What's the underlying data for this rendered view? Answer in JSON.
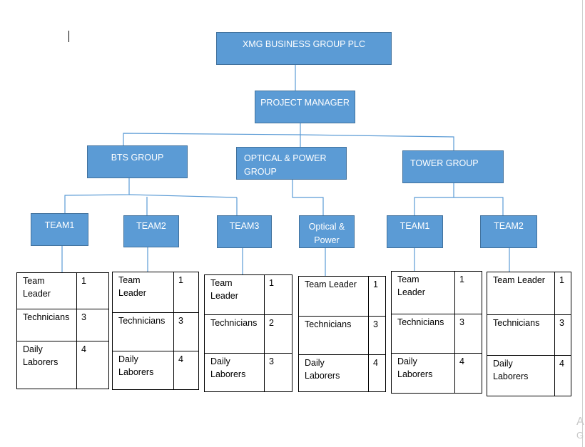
{
  "org": {
    "root": "XMG BUSINESS GROUP PLC",
    "manager": "PROJECT MANAGER",
    "groups": {
      "bts": "BTS GROUP",
      "optical_line1": "OPTICAL & POWER",
      "optical_line2": "GROUP",
      "tower": "TOWER GROUP"
    },
    "teams": {
      "t1": "TEAM1",
      "t2": "TEAM2",
      "t3": "TEAM3",
      "op_line1": "Optical &",
      "op_line2": "Power",
      "t4": "TEAM1",
      "t5": "TEAM2"
    }
  },
  "tables": [
    {
      "r1_line1": "Team",
      "r1_line2": "Leader",
      "r1_val": "1",
      "r2": "Technicians",
      "r2_val": "3",
      "r3_line1": "Daily",
      "r3_line2": "Laborers",
      "r3_val": "4"
    },
    {
      "r1_line1": "Team",
      "r1_line2": "Leader",
      "r1_val": "1",
      "r2": "Technicians",
      "r2_val": "3",
      "r3_line1": "Daily",
      "r3_line2": "Laborers",
      "r3_val": "4"
    },
    {
      "r1_line1": "Team",
      "r1_line2": "Leader",
      "r1_val": "1",
      "r2": "Technicians",
      "r2_val": "2",
      "r3_line1": "Daily",
      "r3_line2": "Laborers",
      "r3_val": "3"
    },
    {
      "r1_line1": "Team Leader",
      "r1_line2": "",
      "r1_val": "1",
      "r2": "Technicians",
      "r2_val": "3",
      "r3_line1": "Daily",
      "r3_line2": "Laborers",
      "r3_val": "4"
    },
    {
      "r1_line1": "Team",
      "r1_line2": "Leader",
      "r1_val": "1",
      "r2": "Technicians",
      "r2_val": "3",
      "r3_line1": "Daily",
      "r3_line2": "Laborers",
      "r3_val": "4"
    },
    {
      "r1_line1": "Team Leader",
      "r1_line2": "",
      "r1_val": "1",
      "r2": "Technicians",
      "r2_val": "3",
      "r3_line1": "Daily",
      "r3_line2": "Laborers",
      "r3_val": "4"
    }
  ],
  "watermark": {
    "line1": "A",
    "line2": "G"
  },
  "colors": {
    "box_fill": "#5b9bd5",
    "box_border": "#41719c",
    "connector": "#5b9bd5"
  }
}
